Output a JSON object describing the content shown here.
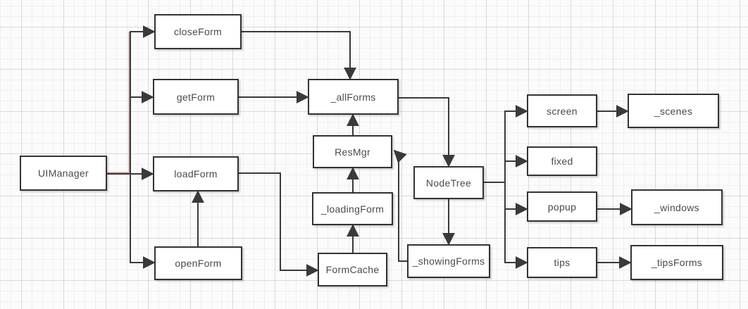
{
  "diagram": {
    "nodes": {
      "UIManager": {
        "label": "UIManager"
      },
      "closeForm": {
        "label": "closeForm"
      },
      "getForm": {
        "label": "getForm"
      },
      "loadForm": {
        "label": "loadForm"
      },
      "openForm": {
        "label": "openForm"
      },
      "_allForms": {
        "label": "_allForms"
      },
      "ResMgr": {
        "label": "ResMgr"
      },
      "_loadingForm": {
        "label": "_loadingForm"
      },
      "FormCache": {
        "label": "FormCache"
      },
      "NodeTree": {
        "label": "NodeTree"
      },
      "_showingForms": {
        "label": "_showingForms"
      },
      "screen": {
        "label": "screen"
      },
      "fixed": {
        "label": "fixed"
      },
      "popup": {
        "label": "popup"
      },
      "tips": {
        "label": "tips"
      },
      "_scenes": {
        "label": "_scenes"
      },
      "_windows": {
        "label": "_windows"
      },
      "_tipsForms": {
        "label": "_tipsForms"
      }
    },
    "edges": [
      {
        "from": "UIManager",
        "to": "closeForm"
      },
      {
        "from": "UIManager",
        "to": "getForm"
      },
      {
        "from": "UIManager",
        "to": "loadForm"
      },
      {
        "from": "UIManager",
        "to": "openForm"
      },
      {
        "from": "closeForm",
        "to": "_allForms"
      },
      {
        "from": "getForm",
        "to": "_allForms"
      },
      {
        "from": "ResMgr",
        "to": "_allForms"
      },
      {
        "from": "_loadingForm",
        "to": "ResMgr"
      },
      {
        "from": "FormCache",
        "to": "_loadingForm"
      },
      {
        "from": "openForm",
        "to": "loadForm"
      },
      {
        "from": "loadForm",
        "to": "FormCache"
      },
      {
        "from": "_allForms",
        "to": "NodeTree"
      },
      {
        "from": "NodeTree",
        "to": "_showingForms"
      },
      {
        "from": "_showingForms",
        "to": "ResMgr"
      },
      {
        "from": "NodeTree",
        "to": "screen"
      },
      {
        "from": "NodeTree",
        "to": "fixed"
      },
      {
        "from": "NodeTree",
        "to": "popup"
      },
      {
        "from": "NodeTree",
        "to": "tips"
      },
      {
        "from": "screen",
        "to": "_scenes"
      },
      {
        "from": "popup",
        "to": "_windows"
      },
      {
        "from": "tips",
        "to": "_tipsForms"
      }
    ],
    "colors": {
      "stroke": "#3a3a3a",
      "node_fill": "#ffffff",
      "text": "#4a4a4a",
      "trunk_tint": "#c49a97",
      "grid_major": "#d9d9de",
      "grid_minor": "#ececef"
    }
  }
}
